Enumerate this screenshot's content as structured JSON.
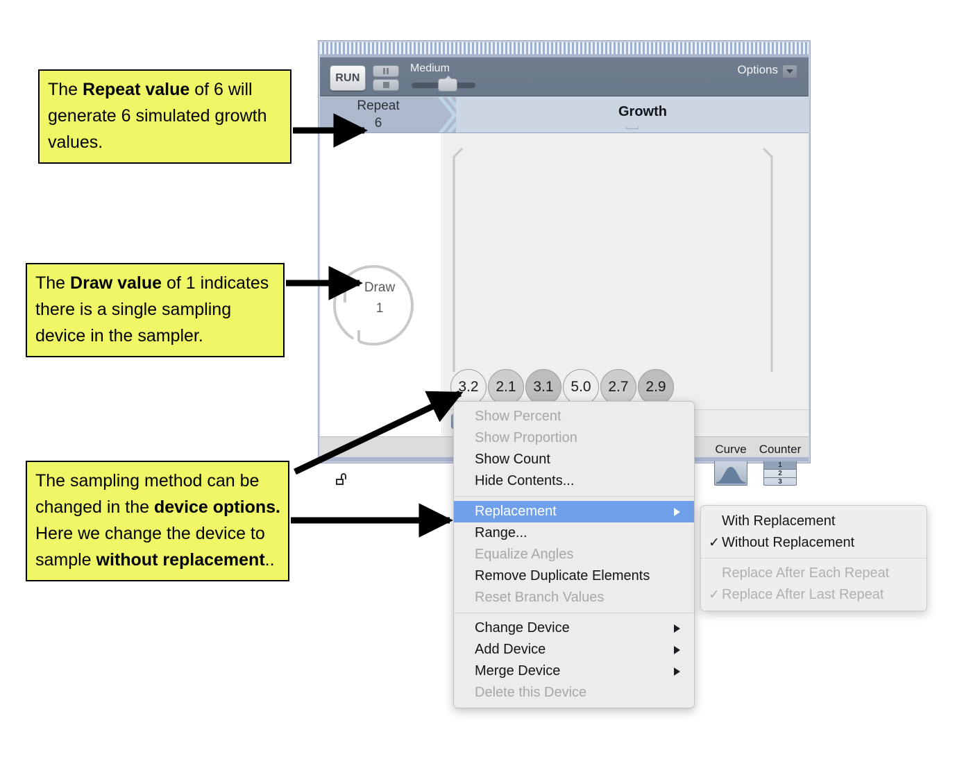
{
  "app": {
    "toolbar": {
      "run_label": "RUN",
      "pause_icon": "pause-icon",
      "stop_icon": "stop-icon",
      "speed_label": "Medium",
      "options_label": "Options",
      "options_arrow_icon": "chevron-down-icon"
    },
    "band": {
      "repeat_title": "Repeat",
      "repeat_value": "6",
      "growth_title": "Growth"
    },
    "draw_device": {
      "label": "Draw",
      "value": "1"
    },
    "samples": [
      {
        "value": "3.2",
        "fill": "#eeeeee"
      },
      {
        "value": "2.1",
        "fill": "#cdcdcd"
      },
      {
        "value": "3.1",
        "fill": "#bdbdbd"
      },
      {
        "value": "5.0",
        "fill": "#eeeeee"
      },
      {
        "value": "2.7",
        "fill": "#cdcdcd"
      },
      {
        "value": "2.9",
        "fill": "#bdbdbd"
      }
    ],
    "mini_buttons": [
      {
        "name": "device-options-dropdown",
        "glyph": "",
        "icon": "triangle-down-icon",
        "active": true
      },
      {
        "name": "add-element-button",
        "glyph": "+",
        "icon": "plus-icon",
        "active": false
      },
      {
        "name": "remove-element-button",
        "glyph": "−",
        "icon": "minus-icon",
        "active": false
      },
      {
        "name": "more-options-button",
        "glyph": "⋯",
        "icon": "ellipsis-icon",
        "active": false
      }
    ],
    "footer": {
      "curve_label": "Curve",
      "counter_label": "Counter",
      "counter_rows": [
        "1",
        "2",
        "3"
      ],
      "lock_icon": "lock-icon"
    }
  },
  "context_menu": {
    "items": [
      {
        "label": "Show Percent",
        "state": "disabled",
        "submenu": false
      },
      {
        "label": "Show Proportion",
        "state": "disabled",
        "submenu": false
      },
      {
        "label": "Show Count",
        "state": "normal",
        "submenu": false
      },
      {
        "label": "Hide Contents...",
        "state": "normal",
        "submenu": false
      },
      {
        "separator": true
      },
      {
        "label": "Replacement",
        "state": "selected",
        "submenu": true
      },
      {
        "label": "Range...",
        "state": "normal",
        "submenu": false
      },
      {
        "label": "Equalize Angles",
        "state": "disabled",
        "submenu": false
      },
      {
        "label": "Remove Duplicate Elements",
        "state": "normal",
        "submenu": false
      },
      {
        "label": "Reset Branch Values",
        "state": "disabled",
        "submenu": false
      },
      {
        "separator": true
      },
      {
        "label": "Change Device",
        "state": "normal",
        "submenu": true
      },
      {
        "label": "Add Device",
        "state": "normal",
        "submenu": true
      },
      {
        "label": "Merge Device",
        "state": "normal",
        "submenu": true
      },
      {
        "label": "Delete this Device",
        "state": "disabled",
        "submenu": false
      }
    ]
  },
  "sub_menu": {
    "items": [
      {
        "label": "With Replacement",
        "checked": false,
        "state": "normal"
      },
      {
        "label": "Without Replacement",
        "checked": true,
        "state": "normal"
      },
      {
        "separator": true
      },
      {
        "label": "Replace After Each Repeat",
        "checked": false,
        "state": "disabled"
      },
      {
        "label": "Replace After Last Repeat",
        "checked": true,
        "state": "disabled"
      }
    ],
    "check_glyph": "✓"
  },
  "annotations": [
    {
      "id": "note1",
      "segments": [
        {
          "text": "The ",
          "bold": false
        },
        {
          "text": "Repeat value",
          "bold": true
        },
        {
          "text": " of 6 will generate 6 simulated growth values.",
          "bold": false
        }
      ]
    },
    {
      "id": "note2",
      "segments": [
        {
          "text": "The ",
          "bold": false
        },
        {
          "text": "Draw value",
          "bold": true
        },
        {
          "text": " of 1 indicates there is a single sampling device in the sampler.",
          "bold": false
        }
      ]
    },
    {
      "id": "note3",
      "segments": [
        {
          "text": "The sampling method can be changed in the ",
          "bold": false
        },
        {
          "text": "device options.",
          "bold": true
        },
        {
          "text": " Here we change the device to sample ",
          "bold": false
        },
        {
          "text": "without replacement",
          "bold": true
        },
        {
          "text": "..",
          "bold": false
        }
      ]
    }
  ],
  "colors": {
    "note_background": "#eff767",
    "menu_highlight": "#6f9fe8",
    "window_frame": "#c6cee0",
    "toolbar": "#6f7d8f",
    "band": "#aeb9cd",
    "growth_panel": "#ccd6e2"
  }
}
